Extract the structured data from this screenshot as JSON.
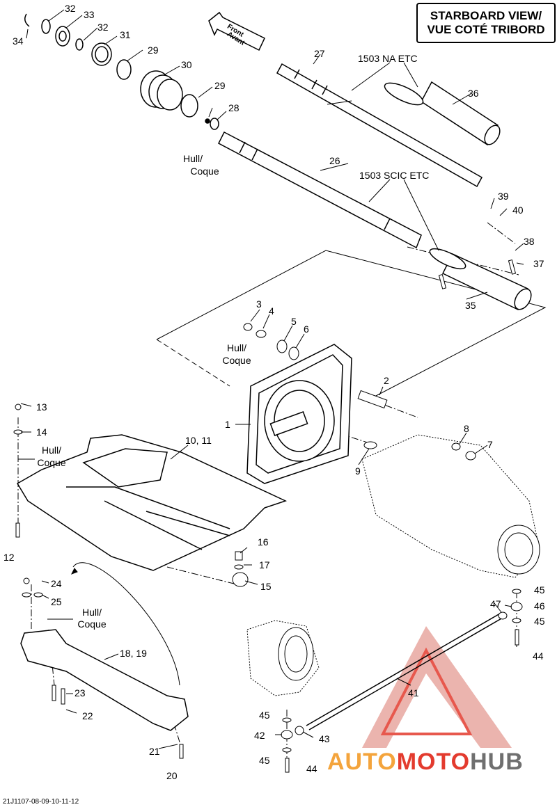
{
  "title": {
    "line1": "STARBOARD VIEW/",
    "line2": "VUE COTÉ TRIBORD"
  },
  "arrow_label": {
    "line1": "Front",
    "line2": "Avant"
  },
  "annotations": {
    "hull_coque_line1": "Hull/",
    "hull_coque_line2": "Coque",
    "na_etc": "1503 NA ETC",
    "scic_etc": "1503 SCIC ETC"
  },
  "callouts": [
    "1",
    "2",
    "3",
    "4",
    "5",
    "6",
    "7",
    "8",
    "9",
    "10, 11",
    "12",
    "13",
    "14",
    "15",
    "16",
    "17",
    "18, 19",
    "20",
    "21",
    "22",
    "23",
    "24",
    "25",
    "26",
    "27",
    "28",
    "29",
    "29",
    "30",
    "31",
    "32",
    "32",
    "33",
    "34",
    "35",
    "36",
    "37",
    "38",
    "39",
    "40",
    "41",
    "42",
    "43",
    "44",
    "44",
    "45",
    "45",
    "45",
    "45",
    "46",
    "47"
  ],
  "reference_code": "21J1107-08-09-10-11-12",
  "watermark": {
    "part1": "AUTO",
    "part2": "MOTO",
    "part3": "HUB"
  },
  "colors": {
    "line": "#000000",
    "watermark_orange": "#f4a43c",
    "watermark_red": "#e33b2e",
    "watermark_gray": "#6f6f6f"
  }
}
